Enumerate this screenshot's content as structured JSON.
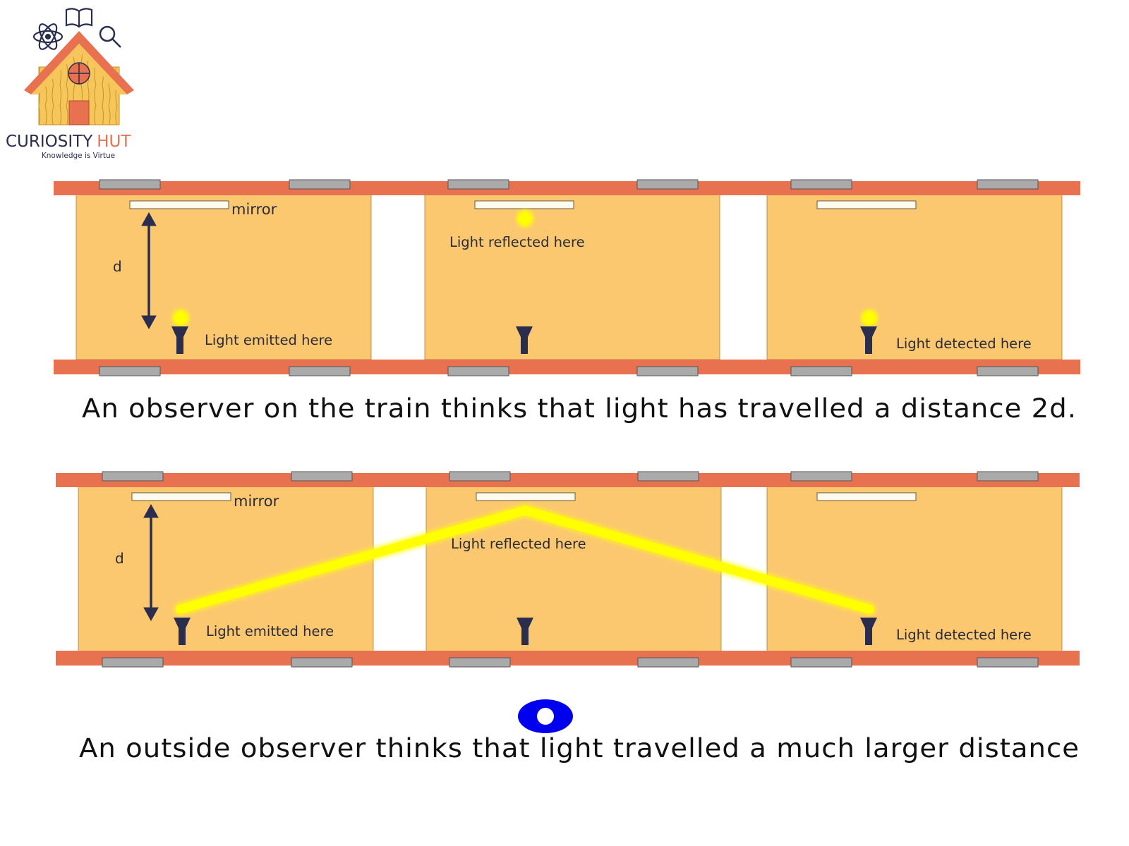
{
  "logo": {
    "name_part1": "CURIOSITY",
    "name_part2": "HUT",
    "tagline": "Knowledge is Virtue"
  },
  "labels": {
    "mirror": "mirror",
    "distance": "d",
    "emitted": "Light emitted here",
    "reflected": "Light reflected here",
    "detected": "Light detected here"
  },
  "captions": {
    "train_observer": "An observer on the train thinks that light has travelled a distance 2d.",
    "outside_observer": "An outside observer thinks that light travelled a much larger distance"
  },
  "colors": {
    "rail": "#e8714f",
    "car": "#fbc870",
    "wheel": "#aaaaaa",
    "mirror": "#fffaf0",
    "light": "#ffff00",
    "flashlight": "#2b2d4f",
    "arrow": "#2b2d4f",
    "eye": "#0000ee",
    "logo_text": "#2b2d4f",
    "logo_accent": "#e8714f"
  },
  "icons": [
    "atom-icon",
    "book-icon",
    "magnifier-icon",
    "house-icon",
    "flashlight-icon",
    "eye-icon"
  ]
}
